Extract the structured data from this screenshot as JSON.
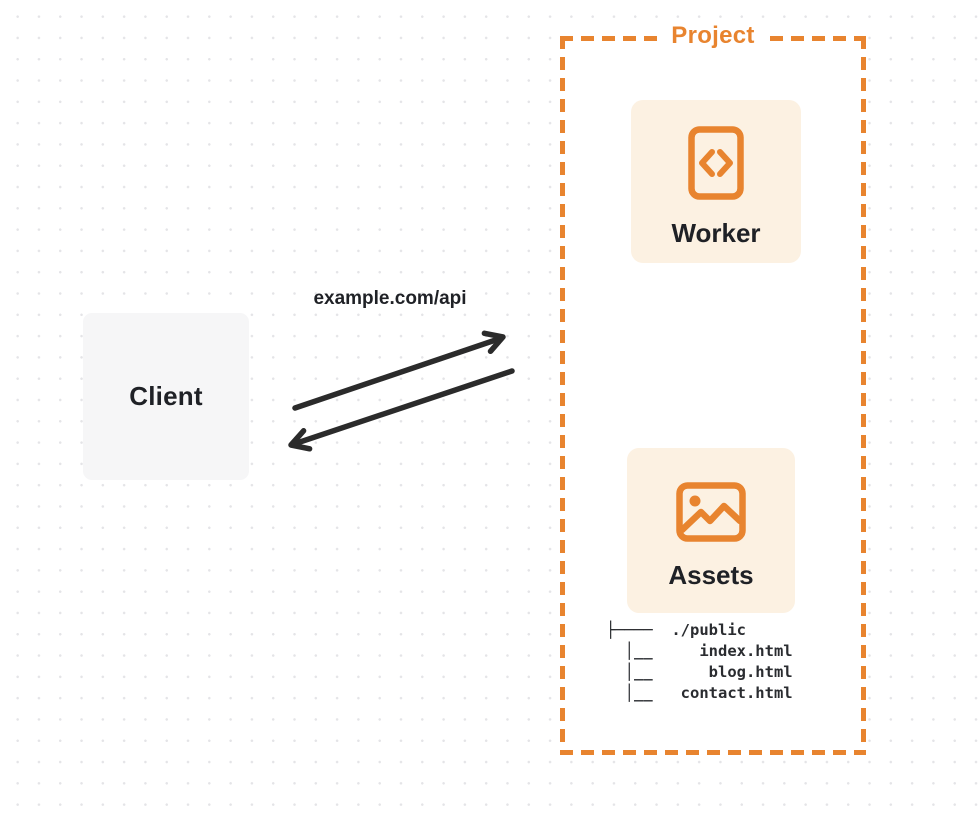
{
  "colors": {
    "accent_orange": "#E8842F",
    "card_background": "#FCF1E2",
    "client_background": "#F6F6F7",
    "arrow_color": "#2B2B2B",
    "text_dark": "#1F2126",
    "dot_grid": "#E4E4E7"
  },
  "client": {
    "label": "Client"
  },
  "request": {
    "label": "example.com/api"
  },
  "project": {
    "label": "Project",
    "worker": {
      "label": "Worker",
      "icon": "code-file-icon"
    },
    "assets": {
      "label": "Assets",
      "icon": "image-icon"
    },
    "file_tree": {
      "lines": [
        "├────  ./public",
        "  │__     index.html",
        "  │__      blog.html",
        "  │__   contact.html"
      ]
    }
  }
}
